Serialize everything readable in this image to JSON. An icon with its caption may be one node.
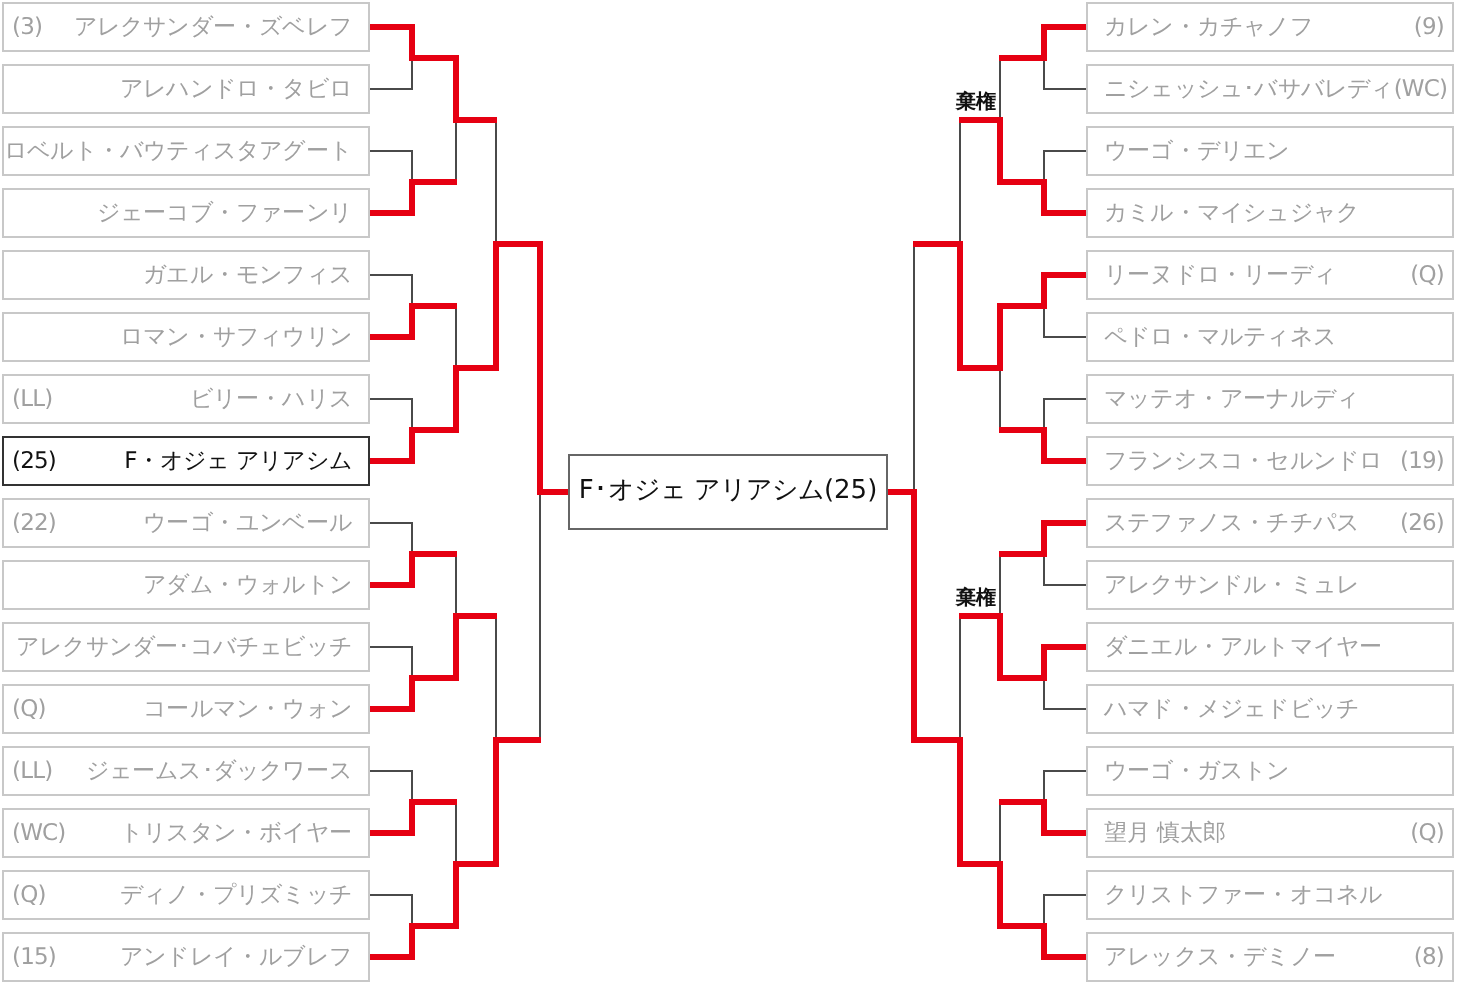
{
  "diagram": {
    "nodes": [
      {
        "text": [
          "(3)",
          "アレクサンダー・ズベレフ"
        ]
      },
      {
        "text": [
          "アレハンドロ・タビロ"
        ]
      },
      {
        "text": [
          "ロベルト・バウティスタアグート"
        ]
      },
      {
        "text": [
          "ジェーコブ・ファーンリ"
        ]
      },
      {
        "text": [
          "ガエル・モンフィス"
        ]
      },
      {
        "text": [
          "ロマン・サフィウリン"
        ]
      },
      {
        "text": [
          "(LL)",
          "ビリー・ハリス"
        ]
      },
      {
        "text": [
          "(25)",
          "F・オジェ アリアシム"
        ]
      },
      {
        "text": [
          "(22)",
          "ウーゴ・ユンベール"
        ]
      },
      {
        "text": [
          "アダム・ウォルトン"
        ]
      },
      {
        "text": [
          "アレクサンダー･コバチェビッチ"
        ]
      },
      {
        "text": [
          "(Q)",
          "コールマン・ウォン"
        ]
      },
      {
        "text": [
          "(LL)",
          "ジェームス･ダックワース"
        ]
      },
      {
        "text": [
          "(WC)",
          "トリスタン・ボイヤー"
        ]
      },
      {
        "text": [
          "(Q)",
          "ディノ・プリズミッチ"
        ]
      },
      {
        "text": [
          "(15)",
          "アンドレイ・ルブレフ"
        ]
      },
      {
        "text": [
          "F･オジェ アリアシム(25)"
        ]
      },
      {
        "text": [
          "カレン・カチャノフ",
          "(9)"
        ]
      },
      {
        "text": [
          "ニシェッシュ･バサバレディ",
          "(WC)"
        ]
      },
      {
        "text": [
          "ウーゴ・デリエン"
        ]
      },
      {
        "text": [
          "カミル・マイシュジャク"
        ]
      },
      {
        "text": [
          "リーヌドロ・リーディ",
          "(Q)"
        ]
      },
      {
        "text": [
          "ペドロ・マルティネス"
        ]
      },
      {
        "text": [
          "マッテオ・アーナルディ"
        ]
      },
      {
        "text": [
          "フランシスコ・セルンドロ",
          "(19)"
        ]
      },
      {
        "text": [
          "ステファノス・チチパス",
          "(26)"
        ]
      },
      {
        "text": [
          "アレクサンドル・ミュレ"
        ]
      },
      {
        "text": [
          "ダニエル・アルトマイヤー"
        ]
      },
      {
        "text": [
          "ハマド・メジェドビッチ"
        ]
      },
      {
        "text": [
          "ウーゴ・ガストン"
        ]
      },
      {
        "text": [
          "望月 慎太郎",
          "(Q)"
        ]
      },
      {
        "text": [
          "クリストファー・オコネル"
        ]
      },
      {
        "text": [
          "アレックス・デミノー",
          "(8)"
        ]
      }
    ],
    "edges": [
      {
        "from": 0,
        "to": null,
        "arrow": "none",
        "style": "thick",
        "color": "#e60012"
      },
      {
        "from": 1,
        "to": null,
        "arrow": "none",
        "color": "#4a4a4a"
      },
      {
        "from": 2,
        "to": null,
        "arrow": "none",
        "color": "#4a4a4a"
      },
      {
        "from": 3,
        "to": null,
        "arrow": "none",
        "style": "thick",
        "color": "#e60012"
      },
      {
        "from": 4,
        "to": null,
        "arrow": "none",
        "color": "#4a4a4a"
      },
      {
        "from": 5,
        "to": null,
        "arrow": "none",
        "style": "thick",
        "color": "#e60012"
      },
      {
        "from": 6,
        "to": null,
        "arrow": "none",
        "color": "#4a4a4a"
      },
      {
        "from": 7,
        "to": 16,
        "arrow": "none",
        "style": "thick",
        "color": "#e60012"
      },
      {
        "from": 8,
        "to": null,
        "arrow": "none",
        "color": "#4a4a4a"
      },
      {
        "from": 9,
        "to": null,
        "arrow": "none",
        "style": "thick",
        "color": "#e60012"
      },
      {
        "from": 10,
        "to": null,
        "arrow": "none",
        "color": "#4a4a4a"
      },
      {
        "from": 11,
        "to": null,
        "arrow": "none",
        "style": "thick",
        "color": "#e60012"
      },
      {
        "from": 12,
        "to": null,
        "arrow": "none",
        "color": "#4a4a4a"
      },
      {
        "from": 13,
        "to": null,
        "arrow": "none",
        "style": "thick",
        "color": "#e60012"
      },
      {
        "from": 14,
        "to": null,
        "arrow": "none",
        "color": "#4a4a4a"
      },
      {
        "from": 15,
        "to": null,
        "arrow": "none",
        "style": "thick",
        "color": "#e60012"
      },
      {
        "from": 17,
        "to": null,
        "arrow": "none",
        "style": "thick",
        "color": "#e60012"
      },
      {
        "from": 18,
        "to": null,
        "arrow": "none",
        "color": "#4a4a4a"
      },
      {
        "from": 19,
        "to": null,
        "arrow": "none",
        "color": "#4a4a4a"
      },
      {
        "from": 20,
        "to": null,
        "arrow": "none",
        "label": "棄権",
        "style": "thick",
        "color": "#e60012"
      },
      {
        "from": 21,
        "to": null,
        "arrow": "none",
        "style": "thick",
        "color": "#e60012"
      },
      {
        "from": 22,
        "to": null,
        "arrow": "none",
        "color": "#4a4a4a"
      },
      {
        "from": 23,
        "to": null,
        "arrow": "none",
        "color": "#4a4a4a"
      },
      {
        "from": 24,
        "to": null,
        "arrow": "none",
        "style": "thick",
        "color": "#e60012"
      },
      {
        "from": 25,
        "to": null,
        "arrow": "none",
        "style": "thick",
        "color": "#e60012"
      },
      {
        "from": 26,
        "to": null,
        "arrow": "none",
        "color": "#4a4a4a"
      },
      {
        "from": 27,
        "to": null,
        "arrow": "none",
        "label": "棄権",
        "style": "thick",
        "color": "#e60012"
      },
      {
        "from": 28,
        "to": null,
        "arrow": "none",
        "color": "#4a4a4a"
      },
      {
        "from": 29,
        "to": null,
        "arrow": "none",
        "color": "#4a4a4a"
      },
      {
        "from": 30,
        "to": null,
        "arrow": "none",
        "style": "thick",
        "color": "#e60012"
      },
      {
        "from": 31,
        "to": null,
        "arrow": "none",
        "color": "#4a4a4a"
      },
      {
        "from": 32,
        "to": 16,
        "arrow": "none",
        "style": "thick",
        "color": "#e60012"
      }
    ]
  }
}
